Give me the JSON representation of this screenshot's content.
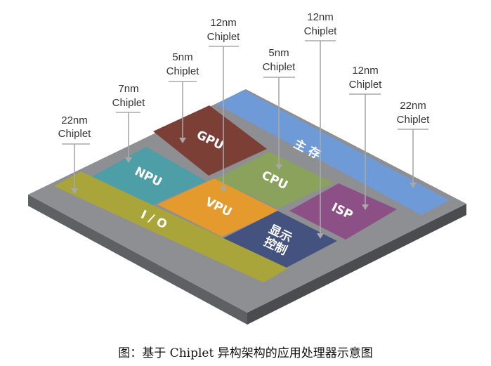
{
  "caption": "图：基于 Chiplet 异构架构的应用处理器示意图",
  "blocks": {
    "gpu": {
      "label": "GPU",
      "color": "#7b3f35"
    },
    "npu": {
      "label": "NPU",
      "color": "#4d9ea6"
    },
    "cpu": {
      "label": "CPU",
      "color": "#8aa25c"
    },
    "vpu": {
      "label": "VPU",
      "color": "#e49a2c"
    },
    "isp": {
      "label": "ISP",
      "color": "#8c4f86"
    },
    "display": {
      "label_line1": "显示",
      "label_line2": "控制",
      "color": "#44527f"
    },
    "memory": {
      "label": "主 存",
      "color": "#6e9bd7"
    },
    "io": {
      "label": "I / O",
      "color": "#aaa53a"
    }
  },
  "callouts": {
    "npu_22nm": {
      "node": "22nm",
      "type": "Chiplet"
    },
    "npu_7nm": {
      "node": "7nm",
      "type": "Chiplet"
    },
    "gpu_5nm": {
      "node": "5nm",
      "type": "Chiplet"
    },
    "vpu_12nm": {
      "node": "12nm",
      "type": "Chiplet"
    },
    "cpu_5nm": {
      "node": "5nm",
      "type": "Chiplet"
    },
    "display_12nm": {
      "node": "12nm",
      "type": "Chiplet"
    },
    "isp_12nm": {
      "node": "12nm",
      "type": "Chiplet"
    },
    "memory_22nm": {
      "node": "22nm",
      "type": "Chiplet"
    }
  }
}
